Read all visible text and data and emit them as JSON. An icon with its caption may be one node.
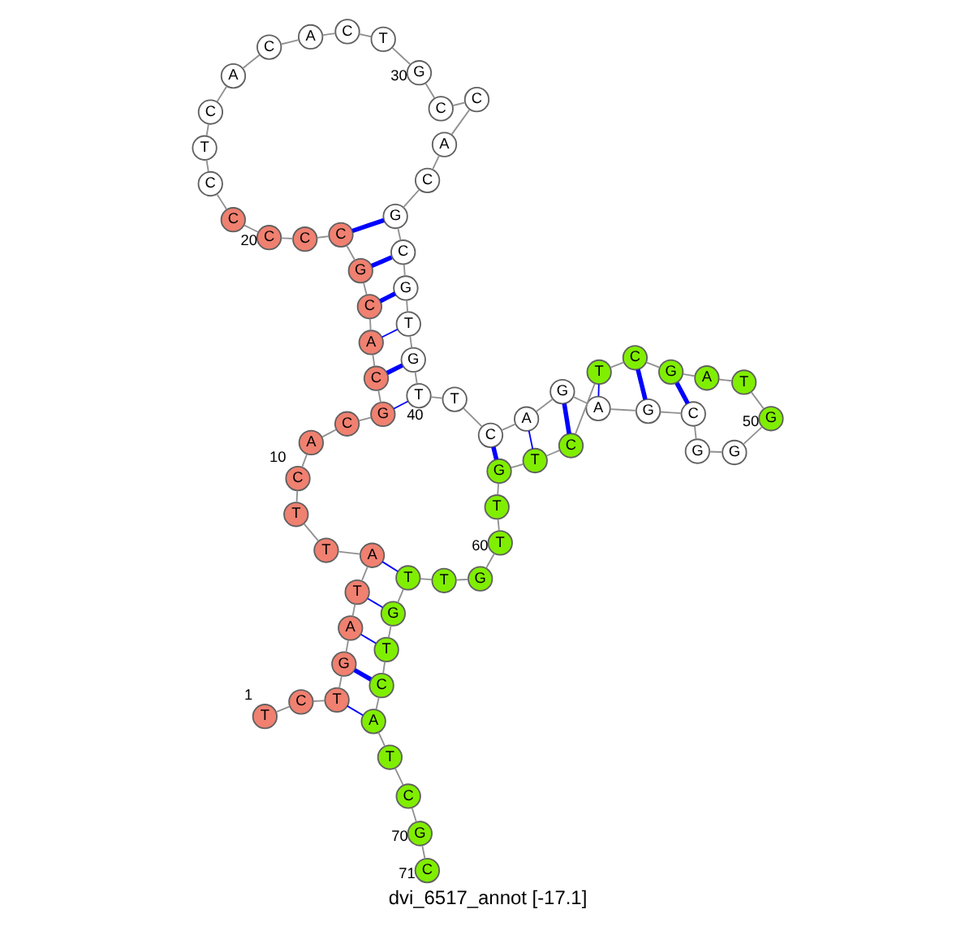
{
  "diagram": {
    "title": "dvi_6517_annot [-17.1]",
    "nodes": [
      {
        "text": [
          "T"
        ],
        "beside": [
          "1"
        ]
      },
      {
        "text": [
          "C"
        ]
      },
      {
        "text": [
          "T"
        ]
      },
      {
        "text": [
          "G"
        ]
      },
      {
        "text": [
          "A"
        ]
      },
      {
        "text": [
          "T"
        ]
      },
      {
        "text": [
          "A"
        ]
      },
      {
        "text": [
          "T"
        ]
      },
      {
        "text": [
          "T"
        ]
      },
      {
        "text": [
          "C"
        ],
        "beside": [
          "10"
        ]
      },
      {
        "text": [
          "A"
        ]
      },
      {
        "text": [
          "C"
        ]
      },
      {
        "text": [
          "G"
        ]
      },
      {
        "text": [
          "C"
        ]
      },
      {
        "text": [
          "A"
        ]
      },
      {
        "text": [
          "C"
        ]
      },
      {
        "text": [
          "G"
        ]
      },
      {
        "text": [
          "C"
        ]
      },
      {
        "text": [
          "C"
        ]
      },
      {
        "text": [
          "C"
        ],
        "beside": [
          "20"
        ]
      },
      {
        "text": [
          "C"
        ]
      },
      {
        "text": [
          "C"
        ]
      },
      {
        "text": [
          "T"
        ]
      },
      {
        "text": [
          "C"
        ]
      },
      {
        "text": [
          "A"
        ]
      },
      {
        "text": [
          "C"
        ]
      },
      {
        "text": [
          "A"
        ]
      },
      {
        "text": [
          "C"
        ]
      },
      {
        "text": [
          "T"
        ]
      },
      {
        "text": [
          "G"
        ],
        "beside": [
          "30"
        ]
      },
      {
        "text": [
          "C"
        ]
      },
      {
        "text": [
          "C"
        ]
      },
      {
        "text": [
          "A"
        ]
      },
      {
        "text": [
          "C"
        ]
      },
      {
        "text": [
          "G"
        ]
      },
      {
        "text": [
          "C"
        ]
      },
      {
        "text": [
          "G"
        ]
      },
      {
        "text": [
          "T"
        ]
      },
      {
        "text": [
          "G"
        ]
      },
      {
        "text": [
          "T"
        ],
        "beside": [
          "40"
        ]
      },
      {
        "text": [
          "T"
        ]
      },
      {
        "text": [
          "C"
        ]
      },
      {
        "text": [
          "A"
        ]
      },
      {
        "text": [
          "G"
        ]
      },
      {
        "text": [
          "A"
        ]
      },
      {
        "text": [
          "G"
        ]
      },
      {
        "text": [
          "C"
        ]
      },
      {
        "text": [
          "G"
        ]
      },
      {
        "text": [
          "G"
        ]
      },
      {
        "text": [
          "G"
        ],
        "beside": [
          "50"
        ]
      },
      {
        "text": [
          "T"
        ]
      },
      {
        "text": [
          "A"
        ]
      },
      {
        "text": [
          "G"
        ]
      },
      {
        "text": [
          "C"
        ]
      },
      {
        "text": [
          "T"
        ]
      },
      {
        "text": [
          "C"
        ]
      },
      {
        "text": [
          "T"
        ]
      },
      {
        "text": [
          "G"
        ]
      },
      {
        "text": [
          "T"
        ]
      },
      {
        "text": [
          "T"
        ],
        "beside": [
          "60"
        ]
      },
      {
        "text": [
          "G"
        ]
      },
      {
        "text": [
          "T"
        ]
      },
      {
        "text": [
          "T"
        ]
      },
      {
        "text": [
          "G"
        ]
      },
      {
        "text": [
          "T"
        ]
      },
      {
        "text": [
          "C"
        ]
      },
      {
        "text": [
          "A"
        ]
      },
      {
        "text": [
          "T"
        ]
      },
      {
        "text": [
          "C"
        ]
      },
      {
        "text": [
          "G"
        ],
        "beside": [
          "70"
        ]
      },
      {
        "text": [
          "C"
        ],
        "beside": [
          "71"
        ]
      }
    ],
    "edges": [
      {
        "from": 0,
        "to": 1,
        "arrow": "none"
      },
      {
        "from": 1,
        "to": 2,
        "arrow": "none"
      },
      {
        "from": 2,
        "to": 3,
        "arrow": "none"
      },
      {
        "from": 3,
        "to": 4,
        "arrow": "none"
      },
      {
        "from": 4,
        "to": 5,
        "arrow": "none"
      },
      {
        "from": 5,
        "to": 6,
        "arrow": "none"
      },
      {
        "from": 6,
        "to": 7,
        "arrow": "none"
      },
      {
        "from": 7,
        "to": 8,
        "arrow": "none"
      },
      {
        "from": 8,
        "to": 9,
        "arrow": "none"
      },
      {
        "from": 9,
        "to": 10,
        "arrow": "none"
      },
      {
        "from": 10,
        "to": 11,
        "arrow": "none"
      },
      {
        "from": 11,
        "to": 12,
        "arrow": "none"
      },
      {
        "from": 12,
        "to": 13,
        "arrow": "none"
      },
      {
        "from": 13,
        "to": 14,
        "arrow": "none"
      },
      {
        "from": 14,
        "to": 15,
        "arrow": "none"
      },
      {
        "from": 15,
        "to": 16,
        "arrow": "none"
      },
      {
        "from": 16,
        "to": 17,
        "arrow": "none"
      },
      {
        "from": 17,
        "to": 18,
        "arrow": "none"
      },
      {
        "from": 18,
        "to": 19,
        "arrow": "none"
      },
      {
        "from": 19,
        "to": 20,
        "arrow": "none"
      },
      {
        "from": 20,
        "to": 21,
        "arrow": "none"
      },
      {
        "from": 21,
        "to": 22,
        "arrow": "none"
      },
      {
        "from": 22,
        "to": 23,
        "arrow": "none"
      },
      {
        "from": 23,
        "to": 24,
        "arrow": "none"
      },
      {
        "from": 24,
        "to": 25,
        "arrow": "none"
      },
      {
        "from": 25,
        "to": 26,
        "arrow": "none"
      },
      {
        "from": 26,
        "to": 27,
        "arrow": "none"
      },
      {
        "from": 27,
        "to": 28,
        "arrow": "none"
      },
      {
        "from": 28,
        "to": 29,
        "arrow": "none"
      },
      {
        "from": 29,
        "to": 30,
        "arrow": "none"
      },
      {
        "from": 30,
        "to": 31,
        "arrow": "none"
      },
      {
        "from": 31,
        "to": 32,
        "arrow": "none"
      },
      {
        "from": 32,
        "to": 33,
        "arrow": "none"
      },
      {
        "from": 33,
        "to": 34,
        "arrow": "none"
      },
      {
        "from": 34,
        "to": 35,
        "arrow": "none"
      },
      {
        "from": 35,
        "to": 36,
        "arrow": "none"
      },
      {
        "from": 36,
        "to": 37,
        "arrow": "none"
      },
      {
        "from": 37,
        "to": 38,
        "arrow": "none"
      },
      {
        "from": 38,
        "to": 39,
        "arrow": "none"
      },
      {
        "from": 39,
        "to": 40,
        "arrow": "none"
      },
      {
        "from": 40,
        "to": 41,
        "arrow": "none"
      },
      {
        "from": 41,
        "to": 42,
        "arrow": "none"
      },
      {
        "from": 42,
        "to": 43,
        "arrow": "none"
      },
      {
        "from": 43,
        "to": 44,
        "arrow": "none"
      },
      {
        "from": 44,
        "to": 45,
        "arrow": "none"
      },
      {
        "from": 45,
        "to": 46,
        "arrow": "none"
      },
      {
        "from": 46,
        "to": 47,
        "arrow": "none"
      },
      {
        "from": 47,
        "to": 48,
        "arrow": "none"
      },
      {
        "from": 48,
        "to": 49,
        "arrow": "none"
      },
      {
        "from": 49,
        "to": 50,
        "arrow": "none"
      },
      {
        "from": 50,
        "to": 51,
        "arrow": "none"
      },
      {
        "from": 51,
        "to": 52,
        "arrow": "none"
      },
      {
        "from": 52,
        "to": 53,
        "arrow": "none"
      },
      {
        "from": 53,
        "to": 54,
        "arrow": "none"
      },
      {
        "from": 54,
        "to": 55,
        "arrow": "none"
      },
      {
        "from": 55,
        "to": 56,
        "arrow": "none"
      },
      {
        "from": 56,
        "to": 57,
        "arrow": "none"
      },
      {
        "from": 57,
        "to": 58,
        "arrow": "none"
      },
      {
        "from": 58,
        "to": 59,
        "arrow": "none"
      },
      {
        "from": 59,
        "to": 60,
        "arrow": "none"
      },
      {
        "from": 60,
        "to": 61,
        "arrow": "none"
      },
      {
        "from": 61,
        "to": 62,
        "arrow": "none"
      },
      {
        "from": 62,
        "to": 63,
        "arrow": "none"
      },
      {
        "from": 63,
        "to": 64,
        "arrow": "none"
      },
      {
        "from": 64,
        "to": 65,
        "arrow": "none"
      },
      {
        "from": 65,
        "to": 66,
        "arrow": "none"
      },
      {
        "from": 66,
        "to": 67,
        "arrow": "none"
      },
      {
        "from": 67,
        "to": 68,
        "arrow": "none"
      },
      {
        "from": 68,
        "to": 69,
        "arrow": "none"
      },
      {
        "from": 69,
        "to": 70,
        "arrow": "none"
      },
      {
        "from": 2,
        "to": 66,
        "arrow": "none",
        "color": "#0000ff"
      },
      {
        "from": 3,
        "to": 65,
        "arrow": "none",
        "style": "thick",
        "color": "#0000ff"
      },
      {
        "from": 4,
        "to": 64,
        "arrow": "none",
        "color": "#0000ff"
      },
      {
        "from": 5,
        "to": 63,
        "arrow": "none",
        "color": "#0000ff"
      },
      {
        "from": 6,
        "to": 62,
        "arrow": "none",
        "color": "#0000ff"
      },
      {
        "from": 12,
        "to": 39,
        "arrow": "none",
        "color": "#0000ff"
      },
      {
        "from": 13,
        "to": 38,
        "arrow": "none",
        "style": "thick",
        "color": "#0000ff"
      },
      {
        "from": 14,
        "to": 37,
        "arrow": "none",
        "color": "#0000ff"
      },
      {
        "from": 15,
        "to": 36,
        "arrow": "none",
        "style": "thick",
        "color": "#0000ff"
      },
      {
        "from": 16,
        "to": 35,
        "arrow": "none",
        "style": "thick",
        "color": "#0000ff"
      },
      {
        "from": 17,
        "to": 34,
        "arrow": "none",
        "style": "thick",
        "color": "#0000ff"
      },
      {
        "from": 41,
        "to": 57,
        "arrow": "none",
        "style": "thick",
        "color": "#0000ff"
      },
      {
        "from": 42,
        "to": 56,
        "arrow": "none",
        "color": "#0000ff"
      },
      {
        "from": 43,
        "to": 55,
        "arrow": "none",
        "style": "thick",
        "color": "#0000ff"
      },
      {
        "from": 44,
        "to": 54,
        "arrow": "none",
        "color": "#0000ff"
      },
      {
        "from": 45,
        "to": 53,
        "arrow": "none",
        "style": "thick",
        "color": "#0000ff"
      },
      {
        "from": 46,
        "to": 52,
        "arrow": "none",
        "style": "thick",
        "color": "#0000ff"
      }
    ]
  }
}
